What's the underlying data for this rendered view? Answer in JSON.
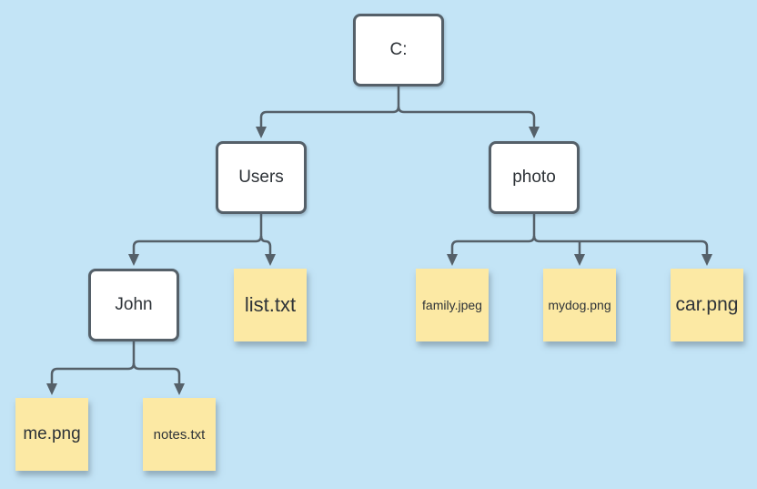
{
  "diagram": {
    "description": "File system tree diagram",
    "colors": {
      "background": "#c3e4f6",
      "connector": "#556069",
      "folder_fill": "#ffffff",
      "folder_border": "#556069",
      "file_fill": "#fce9a4",
      "text": "#2e3338"
    },
    "nodes": [
      {
        "id": "c-drive",
        "label": "C:",
        "type": "folder"
      },
      {
        "id": "users",
        "label": "Users",
        "type": "folder"
      },
      {
        "id": "photo",
        "label": "photo",
        "type": "folder"
      },
      {
        "id": "john",
        "label": "John",
        "type": "folder"
      },
      {
        "id": "list-txt",
        "label": "list.txt",
        "type": "file"
      },
      {
        "id": "family-jpeg",
        "label": "family.jpeg",
        "type": "file"
      },
      {
        "id": "mydog-png",
        "label": "mydog.png",
        "type": "file"
      },
      {
        "id": "car-png",
        "label": "car.png",
        "type": "file"
      },
      {
        "id": "me-png",
        "label": "me.png",
        "type": "file"
      },
      {
        "id": "notes-txt",
        "label": "notes.txt",
        "type": "file"
      }
    ],
    "edges": [
      {
        "from": "C:",
        "to": "Users"
      },
      {
        "from": "C:",
        "to": "photo"
      },
      {
        "from": "Users",
        "to": "John"
      },
      {
        "from": "Users",
        "to": "list.txt"
      },
      {
        "from": "photo",
        "to": "family.jpeg"
      },
      {
        "from": "photo",
        "to": "mydog.png"
      },
      {
        "from": "photo",
        "to": "car.png"
      },
      {
        "from": "John",
        "to": "me.png"
      },
      {
        "from": "John",
        "to": "notes.txt"
      }
    ]
  }
}
